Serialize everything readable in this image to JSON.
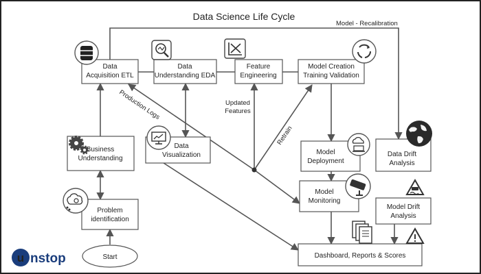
{
  "title": "Data Science Life Cycle",
  "boxes": {
    "data_acquisition": [
      "Data",
      "Acquisition ETL"
    ],
    "data_understanding": [
      "Data",
      "Understanding EDA"
    ],
    "feature_engineering": [
      "Feature",
      "Engineering"
    ],
    "model_creation": [
      "Model Creation",
      "Training Validation"
    ],
    "business_understanding": [
      "Business",
      "Understanding"
    ],
    "data_visualization": [
      "Data",
      "Visualization"
    ],
    "model_deployment": [
      "Model",
      "Deployment"
    ],
    "data_drift": [
      "Data Drift",
      "Analysis"
    ],
    "problem_identification": [
      "Problem",
      "identification"
    ],
    "model_monitoring": [
      "Model",
      "Monitoring"
    ],
    "model_drift": [
      "Model Drift",
      "Analysis"
    ],
    "dashboard": [
      "Dashboard, Reports & Scores"
    ],
    "start": [
      "Start"
    ]
  },
  "edge_labels": {
    "recalibration": "Model - Recalibration",
    "production_logs": "Production Logs",
    "updated_features": [
      "Updated",
      "Features"
    ],
    "retrain": "Retrain"
  },
  "logo": {
    "brand": "unstop"
  },
  "icons": [
    "database-icon",
    "magnifier-chart-icon",
    "graph-axes-icon",
    "cycle-arrows-icon",
    "gears-icon",
    "monitor-chart-icon",
    "cloud-laptop-icon",
    "globe-icon",
    "cctv-camera-icon",
    "slippery-road-sign-icon",
    "warning-sign-icon",
    "documents-icon",
    "idea-cloud-icon"
  ],
  "colors": {
    "stroke": "#555555",
    "text": "#222222",
    "brand": "#1a3d7c"
  }
}
